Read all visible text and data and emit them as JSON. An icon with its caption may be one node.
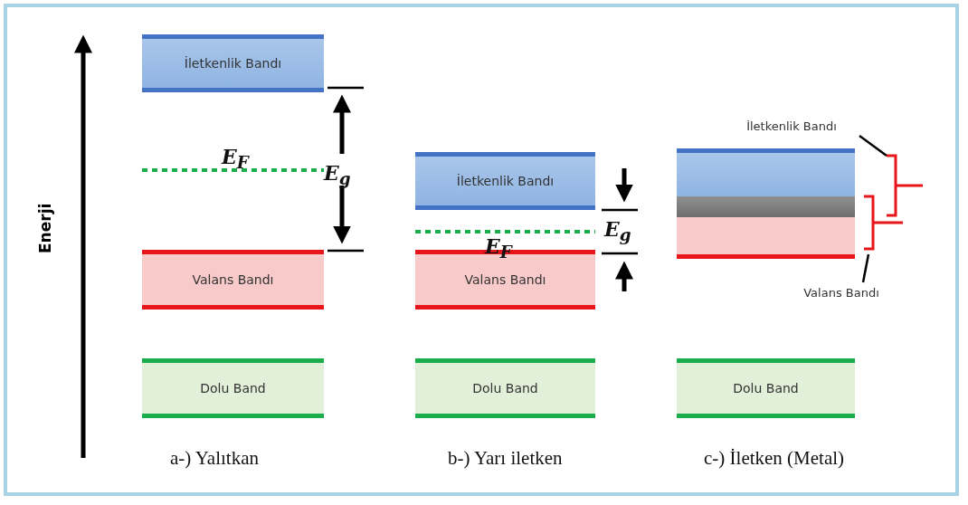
{
  "diagram": {
    "nodes": [
      {
        "text": [
          "İletkenlik Bandı"
        ]
      },
      {
        "text": [
          "Valans Bandı"
        ]
      },
      {
        "text": [
          "Dolu Band"
        ]
      },
      {
        "text": [
          "İletkenlik Bandı"
        ]
      },
      {
        "text": [
          "Valans Bandı"
        ]
      },
      {
        "text": [
          "Dolu Band"
        ]
      },
      {
        "text": [],
        "shape": "box"
      },
      {
        "text": [],
        "shape": "box"
      },
      {
        "text": [],
        "shape": "box"
      },
      {
        "text": [
          "Dolu Band"
        ]
      },
      {
        "text": [
          "İletkenlik Bandı"
        ]
      },
      {
        "text": [
          "Valans Bandı"
        ]
      }
    ],
    "edges": [
      {
        "from": 10,
        "to": 6,
        "arrow": "none"
      },
      {
        "from": 11,
        "to": 8,
        "arrow": "none"
      }
    ],
    "labels": [
      "Enerji",
      "E$_{F}$",
      "E$_{g}$",
      "E$_{F}$",
      "E$_{g}$",
      "a-) Yalıtkan",
      "b-) Yarı iletken",
      "c-) İletken (Metal)"
    ]
  }
}
